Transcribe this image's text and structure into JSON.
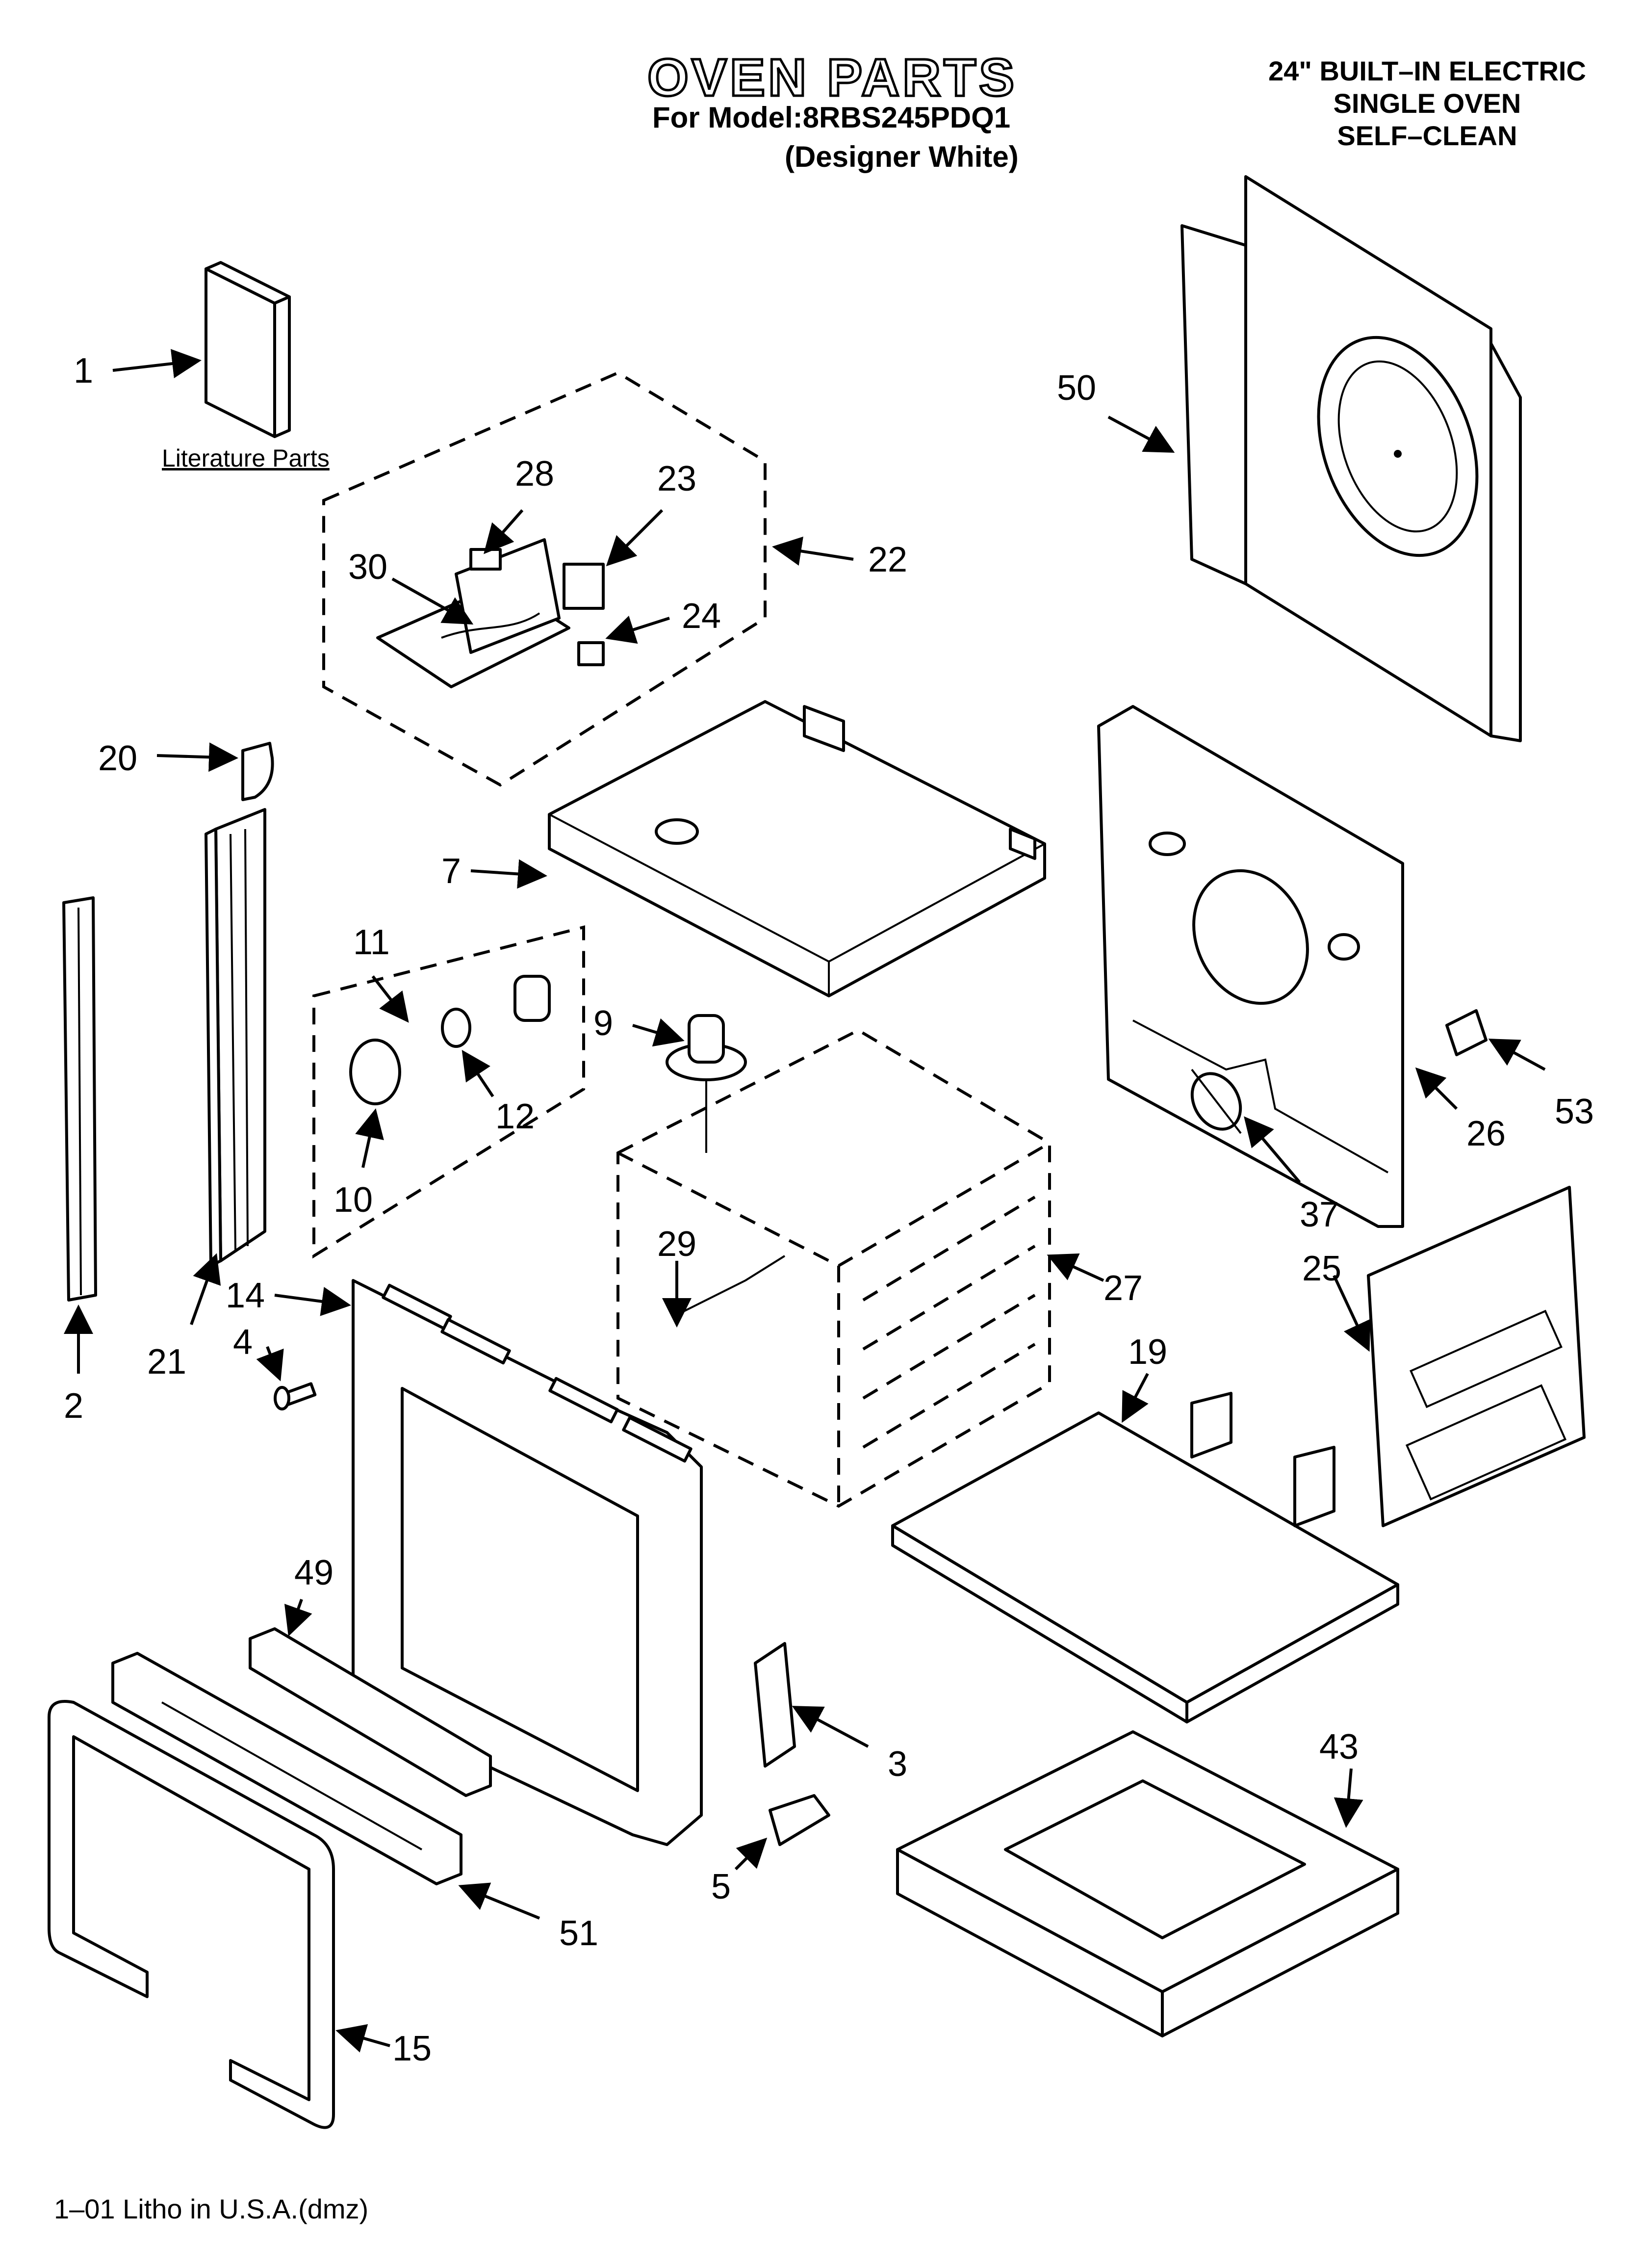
{
  "header": {
    "title": "OVEN PARTS",
    "model_line": "For Model:8RBS245PDQ1",
    "color_line": "(Designer White)",
    "product_type": [
      "24\" BUILT–IN ELECTRIC",
      "SINGLE OVEN",
      "SELF–CLEAN"
    ]
  },
  "literature_caption": "Literature Parts",
  "footer": "1–01 Litho in U.S.A.(dmz)",
  "callouts": [
    "1",
    "28",
    "23",
    "22",
    "30",
    "24",
    "20",
    "7",
    "11",
    "9",
    "12",
    "10",
    "29",
    "14",
    "4",
    "21",
    "2",
    "50",
    "26",
    "53",
    "37",
    "27",
    "25",
    "19",
    "49",
    "3",
    "5",
    "51",
    "15",
    "43"
  ]
}
